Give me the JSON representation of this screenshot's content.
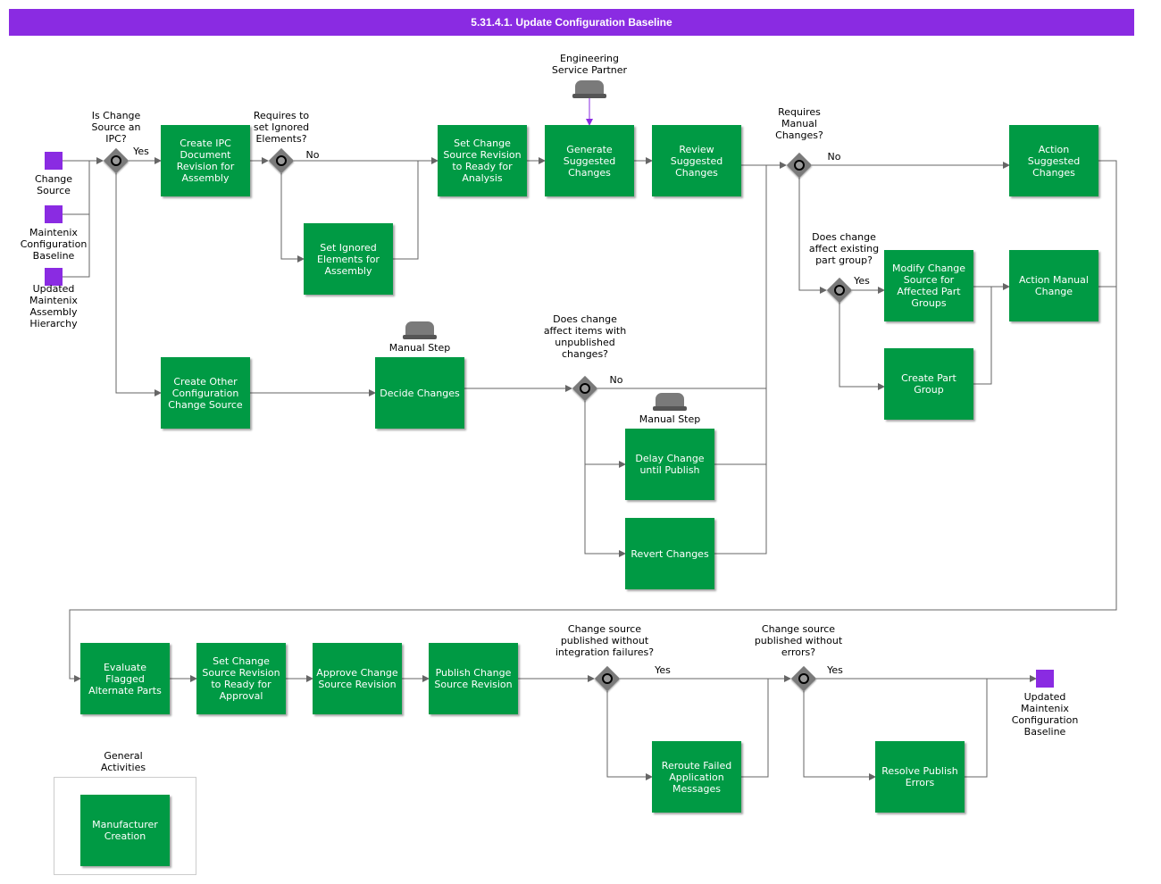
{
  "header": {
    "title": "5.31.4.1. Update Configuration Baseline"
  },
  "colors": {
    "header": "#8a2be2",
    "task": "#009a44",
    "event": "#8a2be2",
    "gateway": "#7a7a7a",
    "connector": "#666666",
    "role_link": "#8a2be2"
  },
  "events": {
    "change_source": [
      "Change",
      "Source"
    ],
    "baseline_in": [
      "Maintenix",
      "Configuration",
      "Baseline"
    ],
    "hierarchy_in": [
      "Updated",
      "Maintenix",
      "Assembly",
      "Hierarchy"
    ],
    "baseline_out": [
      "Updated",
      "Maintenix",
      "Configuration",
      "Baseline"
    ]
  },
  "tasks": {
    "create_ipc": [
      "Create IPC",
      "Document",
      "Revision  for",
      "Assembly"
    ],
    "set_ignored": [
      "Set Ignored",
      "Elements for",
      "Assembly"
    ],
    "set_ready_analysis": [
      "Set Change",
      "Source Revision",
      "to Ready for",
      "Analysis"
    ],
    "generate_suggested": [
      "Generate",
      "Suggested",
      "Changes"
    ],
    "review_suggested": [
      "Review",
      "Suggested",
      "Changes"
    ],
    "action_suggested": [
      "Action",
      "Suggested",
      "Changes"
    ],
    "modify_change_source": [
      "Modify Change",
      "Source for",
      "Affected Part",
      "Groups"
    ],
    "action_manual": [
      "Action Manual",
      "Change"
    ],
    "create_part_group": [
      "Create Part",
      "Group"
    ],
    "create_other": [
      "Create Other",
      "Configuration",
      "Change Source"
    ],
    "decide_changes": [
      "Decide Changes"
    ],
    "delay_change": [
      "Delay Change",
      "until Publish"
    ],
    "revert_changes": [
      "Revert Changes"
    ],
    "evaluate_flagged": [
      "Evaluate",
      "Flagged",
      "Alternate Parts"
    ],
    "set_ready_approval": [
      "Set Change",
      "Source Revision",
      "to Ready for",
      "Approval"
    ],
    "approve_revision": [
      "Approve Change",
      "Source Revision"
    ],
    "publish_revision": [
      "Publish Change",
      "Source Revision"
    ],
    "reroute_failed": [
      "Reroute Failed",
      "Application",
      "Messages"
    ],
    "resolve_errors": [
      "Resolve Publish",
      "Errors"
    ],
    "manufacturer_creation": [
      "Manufacturer",
      "Creation"
    ]
  },
  "gateways": {
    "is_ipc": [
      "Is Change",
      "Source an",
      "IPC?"
    ],
    "requires_ignored": [
      "Requires to",
      "set Ignored",
      "Elements?"
    ],
    "requires_manual": [
      "Requires",
      "Manual",
      "Changes?"
    ],
    "affect_part_group": [
      "Does change",
      "affect existing",
      "part group?"
    ],
    "affect_unpublished": [
      "Does change",
      "affect items with",
      "unpublished",
      "changes?"
    ],
    "published_no_integration": [
      "Change source",
      "published without",
      "integration failures?"
    ],
    "published_no_errors": [
      "Change source",
      "published without",
      "errors?"
    ]
  },
  "flow_labels": {
    "yes": "Yes",
    "no": "No"
  },
  "roles": {
    "engineering": [
      "Engineering",
      "Service Partner"
    ],
    "manual_step": "Manual Step"
  },
  "group": {
    "title": [
      "General",
      "Activities"
    ]
  }
}
